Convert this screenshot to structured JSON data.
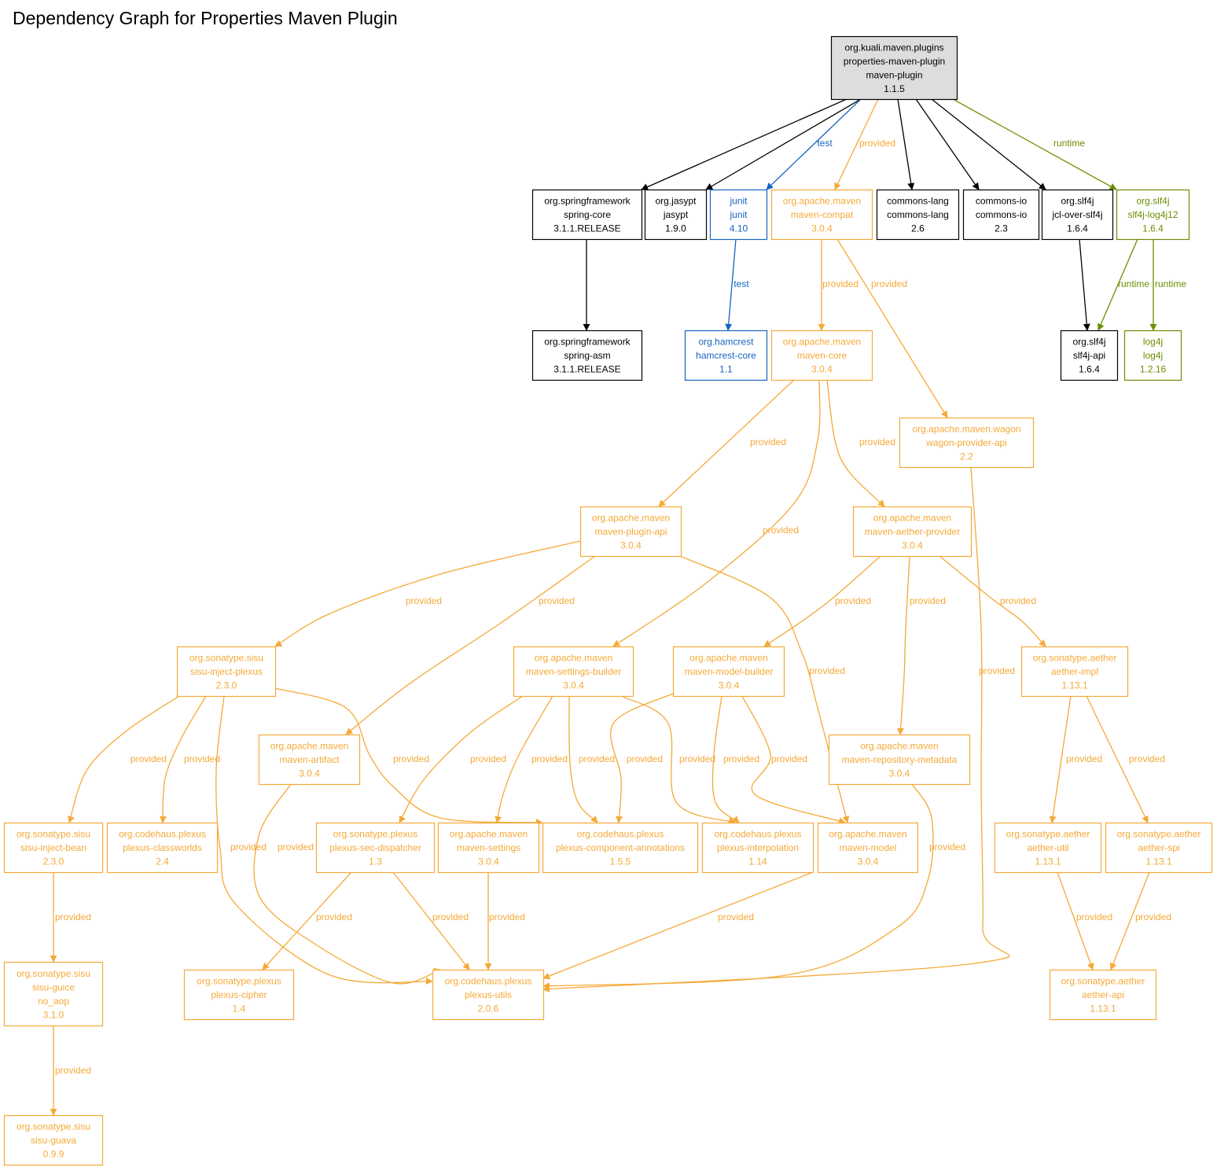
{
  "title": "Dependency Graph for Properties Maven Plugin",
  "colors": {
    "compile": "#000000",
    "test": "#1565c0",
    "provided": "#f5a938",
    "runtime": "#6b8e00",
    "root_fill": "#dddddd"
  },
  "nodes": [
    {
      "id": "root",
      "lines": [
        "org.kuali.maven.plugins",
        "properties-maven-plugin",
        "maven-plugin",
        "1.1.5"
      ],
      "scope": "compile",
      "root": true
    },
    {
      "id": "spring-core",
      "lines": [
        "org.springframework",
        "spring-core",
        "3.1.1.RELEASE"
      ],
      "scope": "compile"
    },
    {
      "id": "jasypt",
      "lines": [
        "org.jasypt",
        "jasypt",
        "1.9.0"
      ],
      "scope": "compile"
    },
    {
      "id": "junit",
      "lines": [
        "junit",
        "junit",
        "4.10"
      ],
      "scope": "test"
    },
    {
      "id": "maven-compat",
      "lines": [
        "org.apache.maven",
        "maven-compat",
        "3.0.4"
      ],
      "scope": "provided"
    },
    {
      "id": "commons-lang",
      "lines": [
        "commons-lang",
        "commons-lang",
        "2.6"
      ],
      "scope": "compile"
    },
    {
      "id": "commons-io",
      "lines": [
        "commons-io",
        "commons-io",
        "2.3"
      ],
      "scope": "compile"
    },
    {
      "id": "jcl-over-slf4j",
      "lines": [
        "org.slf4j",
        "jcl-over-slf4j",
        "1.6.4"
      ],
      "scope": "compile"
    },
    {
      "id": "slf4j-log4j12",
      "lines": [
        "org.slf4j",
        "slf4j-log4j12",
        "1.6.4"
      ],
      "scope": "runtime"
    },
    {
      "id": "spring-asm",
      "lines": [
        "org.springframework",
        "spring-asm",
        "3.1.1.RELEASE"
      ],
      "scope": "compile"
    },
    {
      "id": "hamcrest",
      "lines": [
        "org.hamcrest",
        "hamcrest-core",
        "1.1"
      ],
      "scope": "test"
    },
    {
      "id": "maven-core",
      "lines": [
        "org.apache.maven",
        "maven-core",
        "3.0.4"
      ],
      "scope": "provided"
    },
    {
      "id": "slf4j-api",
      "lines": [
        "org.slf4j",
        "slf4j-api",
        "1.6.4"
      ],
      "scope": "compile"
    },
    {
      "id": "log4j",
      "lines": [
        "log4j",
        "log4j",
        "1.2.16"
      ],
      "scope": "runtime"
    },
    {
      "id": "wagon",
      "lines": [
        "org.apache.maven.wagon",
        "wagon-provider-api",
        "2.2"
      ],
      "scope": "provided"
    },
    {
      "id": "plugin-api",
      "lines": [
        "org.apache.maven",
        "maven-plugin-api",
        "3.0.4"
      ],
      "scope": "provided"
    },
    {
      "id": "aether-provider",
      "lines": [
        "org.apache.maven",
        "maven-aether-provider",
        "3.0.4"
      ],
      "scope": "provided"
    },
    {
      "id": "sisu-inject-plexus",
      "lines": [
        "org.sonatype.sisu",
        "sisu-inject-plexus",
        "2.3.0"
      ],
      "scope": "provided"
    },
    {
      "id": "settings-builder",
      "lines": [
        "org.apache.maven",
        "maven-settings-builder",
        "3.0.4"
      ],
      "scope": "provided"
    },
    {
      "id": "model-builder",
      "lines": [
        "org.apache.maven",
        "maven-model-builder",
        "3.0.4"
      ],
      "scope": "provided"
    },
    {
      "id": "aether-impl",
      "lines": [
        "org.sonatype.aether",
        "aether-impl",
        "1.13.1"
      ],
      "scope": "provided"
    },
    {
      "id": "maven-artifact",
      "lines": [
        "org.apache.maven",
        "maven-artifact",
        "3.0.4"
      ],
      "scope": "provided"
    },
    {
      "id": "repo-metadata",
      "lines": [
        "org.apache.maven",
        "maven-repository-metadata",
        "3.0.4"
      ],
      "scope": "provided"
    },
    {
      "id": "sisu-inject-bean",
      "lines": [
        "org.sonatype.sisu",
        "sisu-inject-bean",
        "2.3.0"
      ],
      "scope": "provided"
    },
    {
      "id": "classworlds",
      "lines": [
        "org.codehaus.plexus",
        "plexus-classworlds",
        "2.4"
      ],
      "scope": "provided"
    },
    {
      "id": "sec-dispatcher",
      "lines": [
        "org.sonatype.plexus",
        "plexus-sec-dispatcher",
        "1.3"
      ],
      "scope": "provided"
    },
    {
      "id": "maven-settings",
      "lines": [
        "org.apache.maven",
        "maven-settings",
        "3.0.4"
      ],
      "scope": "provided"
    },
    {
      "id": "comp-annotations",
      "lines": [
        "org.codehaus.plexus",
        "plexus-component-annotations",
        "1.5.5"
      ],
      "scope": "provided"
    },
    {
      "id": "interpolation",
      "lines": [
        "org.codehaus.plexus",
        "plexus-interpolation",
        "1.14"
      ],
      "scope": "provided"
    },
    {
      "id": "maven-model",
      "lines": [
        "org.apache.maven",
        "maven-model",
        "3.0.4"
      ],
      "scope": "provided"
    },
    {
      "id": "aether-util",
      "lines": [
        "org.sonatype.aether",
        "aether-util",
        "1.13.1"
      ],
      "scope": "provided"
    },
    {
      "id": "aether-spi",
      "lines": [
        "org.sonatype.aether",
        "aether-spi",
        "1.13.1"
      ],
      "scope": "provided"
    },
    {
      "id": "sisu-guice",
      "lines": [
        "org.sonatype.sisu",
        "sisu-guice",
        "no_aop",
        "3.1.0"
      ],
      "scope": "provided"
    },
    {
      "id": "plexus-cipher",
      "lines": [
        "org.sonatype.plexus",
        "plexus-cipher",
        "1.4"
      ],
      "scope": "provided"
    },
    {
      "id": "plexus-utils",
      "lines": [
        "org.codehaus.plexus",
        "plexus-utils",
        "2.0.6"
      ],
      "scope": "provided"
    },
    {
      "id": "aether-api",
      "lines": [
        "org.sonatype.aether",
        "aether-api",
        "1.13.1"
      ],
      "scope": "provided"
    },
    {
      "id": "sisu-guava",
      "lines": [
        "org.sonatype.sisu",
        "sisu-guava",
        "0.9.9"
      ],
      "scope": "provided"
    }
  ],
  "edges": [
    {
      "from": "root",
      "to": "spring-core",
      "scope": "compile",
      "label": ""
    },
    {
      "from": "root",
      "to": "jasypt",
      "scope": "compile",
      "label": ""
    },
    {
      "from": "root",
      "to": "junit",
      "scope": "test",
      "label": "test"
    },
    {
      "from": "root",
      "to": "maven-compat",
      "scope": "provided",
      "label": "provided"
    },
    {
      "from": "root",
      "to": "commons-lang",
      "scope": "compile",
      "label": ""
    },
    {
      "from": "root",
      "to": "commons-io",
      "scope": "compile",
      "label": ""
    },
    {
      "from": "root",
      "to": "jcl-over-slf4j",
      "scope": "compile",
      "label": ""
    },
    {
      "from": "root",
      "to": "slf4j-log4j12",
      "scope": "runtime",
      "label": "runtime"
    },
    {
      "from": "spring-core",
      "to": "spring-asm",
      "scope": "compile",
      "label": ""
    },
    {
      "from": "junit",
      "to": "hamcrest",
      "scope": "test",
      "label": "test"
    },
    {
      "from": "maven-compat",
      "to": "maven-core",
      "scope": "provided",
      "label": "provided"
    },
    {
      "from": "maven-compat",
      "to": "wagon",
      "scope": "provided",
      "label": "provided"
    },
    {
      "from": "jcl-over-slf4j",
      "to": "slf4j-api",
      "scope": "compile",
      "label": ""
    },
    {
      "from": "slf4j-log4j12",
      "to": "slf4j-api",
      "scope": "runtime",
      "label": "runtime"
    },
    {
      "from": "slf4j-log4j12",
      "to": "log4j",
      "scope": "runtime",
      "label": "runtime"
    },
    {
      "from": "maven-core",
      "to": "plugin-api",
      "scope": "provided",
      "label": "provided"
    },
    {
      "from": "maven-core",
      "to": "settings-builder",
      "scope": "provided",
      "label": "provided"
    },
    {
      "from": "maven-core",
      "to": "aether-provider",
      "scope": "provided",
      "label": "provided"
    },
    {
      "from": "wagon",
      "to": "plexus-utils",
      "scope": "provided",
      "label": "provided"
    },
    {
      "from": "plugin-api",
      "to": "sisu-inject-plexus",
      "scope": "provided",
      "label": "provided"
    },
    {
      "from": "plugin-api",
      "to": "maven-artifact",
      "scope": "provided",
      "label": "provided"
    },
    {
      "from": "plugin-api",
      "to": "maven-model",
      "scope": "provided",
      "label": "provided"
    },
    {
      "from": "aether-provider",
      "to": "model-builder",
      "scope": "provided",
      "label": "provided"
    },
    {
      "from": "aether-provider",
      "to": "repo-metadata",
      "scope": "provided",
      "label": "provided"
    },
    {
      "from": "aether-provider",
      "to": "aether-impl",
      "scope": "provided",
      "label": "provided"
    },
    {
      "from": "sisu-inject-plexus",
      "to": "sisu-inject-bean",
      "scope": "provided",
      "label": "provided"
    },
    {
      "from": "sisu-inject-plexus",
      "to": "classworlds",
      "scope": "provided",
      "label": "provided"
    },
    {
      "from": "sisu-inject-plexus",
      "to": "plexus-utils",
      "scope": "provided",
      "label": "provided"
    },
    {
      "from": "sisu-inject-plexus",
      "to": "comp-annotations",
      "scope": "provided",
      "label": "provided"
    },
    {
      "from": "settings-builder",
      "to": "sec-dispatcher",
      "scope": "provided",
      "label": "provided"
    },
    {
      "from": "settings-builder",
      "to": "maven-settings",
      "scope": "provided",
      "label": "provided"
    },
    {
      "from": "settings-builder",
      "to": "comp-annotations",
      "scope": "provided",
      "label": "provided"
    },
    {
      "from": "settings-builder",
      "to": "interpolation",
      "scope": "provided",
      "label": "provided"
    },
    {
      "from": "model-builder",
      "to": "comp-annotations",
      "scope": "provided",
      "label": "provided"
    },
    {
      "from": "model-builder",
      "to": "interpolation",
      "scope": "provided",
      "label": "provided"
    },
    {
      "from": "model-builder",
      "to": "maven-model",
      "scope": "provided",
      "label": "provided"
    },
    {
      "from": "aether-impl",
      "to": "aether-util",
      "scope": "provided",
      "label": "provided"
    },
    {
      "from": "aether-impl",
      "to": "aether-spi",
      "scope": "provided",
      "label": "provided"
    },
    {
      "from": "maven-artifact",
      "to": "plexus-utils",
      "scope": "provided",
      "label": "provided"
    },
    {
      "from": "repo-metadata",
      "to": "plexus-utils",
      "scope": "provided",
      "label": "provided"
    },
    {
      "from": "sisu-inject-bean",
      "to": "sisu-guice",
      "scope": "provided",
      "label": "provided"
    },
    {
      "from": "sec-dispatcher",
      "to": "plexus-cipher",
      "scope": "provided",
      "label": "provided"
    },
    {
      "from": "sec-dispatcher",
      "to": "plexus-utils",
      "scope": "provided",
      "label": "provided"
    },
    {
      "from": "maven-settings",
      "to": "plexus-utils",
      "scope": "provided",
      "label": "provided"
    },
    {
      "from": "maven-model",
      "to": "plexus-utils",
      "scope": "provided",
      "label": "provided"
    },
    {
      "from": "aether-util",
      "to": "aether-api",
      "scope": "provided",
      "label": "provided"
    },
    {
      "from": "aether-spi",
      "to": "aether-api",
      "scope": "provided",
      "label": "provided"
    },
    {
      "from": "sisu-guice",
      "to": "sisu-guava",
      "scope": "provided",
      "label": "provided"
    }
  ]
}
